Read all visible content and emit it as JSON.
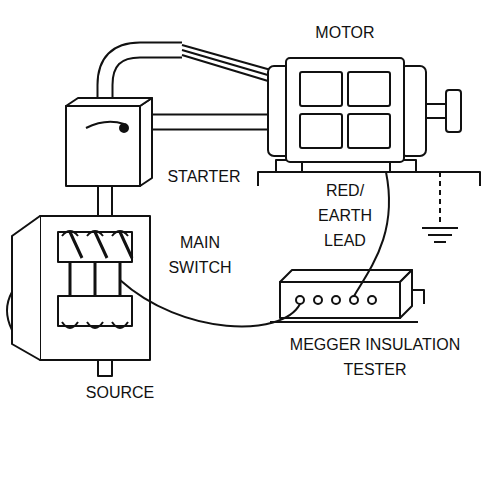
{
  "diagram": {
    "labels": [
      "MOTOR",
      "STARTER",
      "MAIN SWITCH",
      "RED/ EARTH LEAD",
      "SOURCE",
      "MEGGER INSULATION TESTER"
    ]
  }
}
